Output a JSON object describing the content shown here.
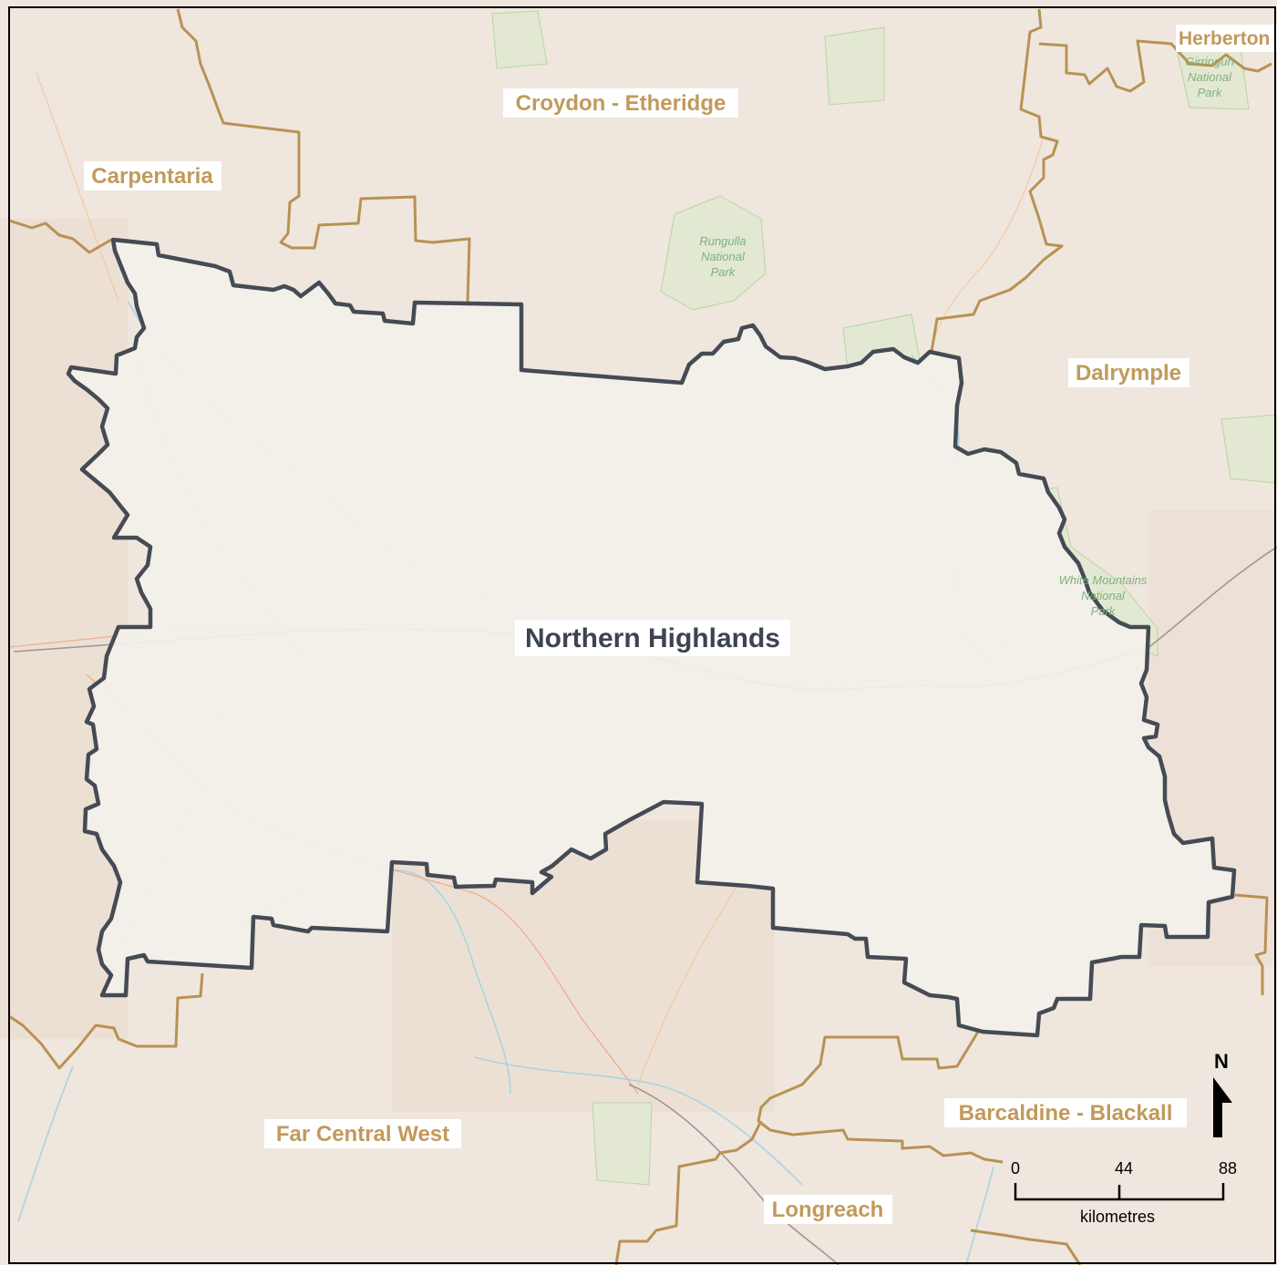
{
  "map": {
    "main_region": "Northern Highlands",
    "neighbours": {
      "croydon": "Croydon - Etheridge",
      "carpentaria": "Carpentaria",
      "herberton": "Herberton",
      "dalrymple": "Dalrymple",
      "far_central_west": "Far Central West",
      "barcaldine": "Barcaldine - Blackall",
      "longreach": "Longreach"
    },
    "parks": {
      "rungulla": [
        "Rungulla",
        "National",
        "Park"
      ],
      "white_mountains": [
        "White Mountains",
        "National",
        "Park"
      ],
      "girringun": [
        "Girringun",
        "National",
        "Park"
      ]
    },
    "colors": {
      "background": "#efe6dd",
      "highlight_fill": "#f3f0eb",
      "highlight_outline": "#454b54",
      "boundary": "#b89254",
      "river": "#a9d3e3",
      "road": "#f0a787",
      "rail": "#a39595",
      "park": "#b9d4a5"
    }
  },
  "north_arrow": {
    "label": "N"
  },
  "scale_bar": {
    "ticks": [
      "0",
      "44",
      "88"
    ],
    "unit": "kilometres"
  }
}
